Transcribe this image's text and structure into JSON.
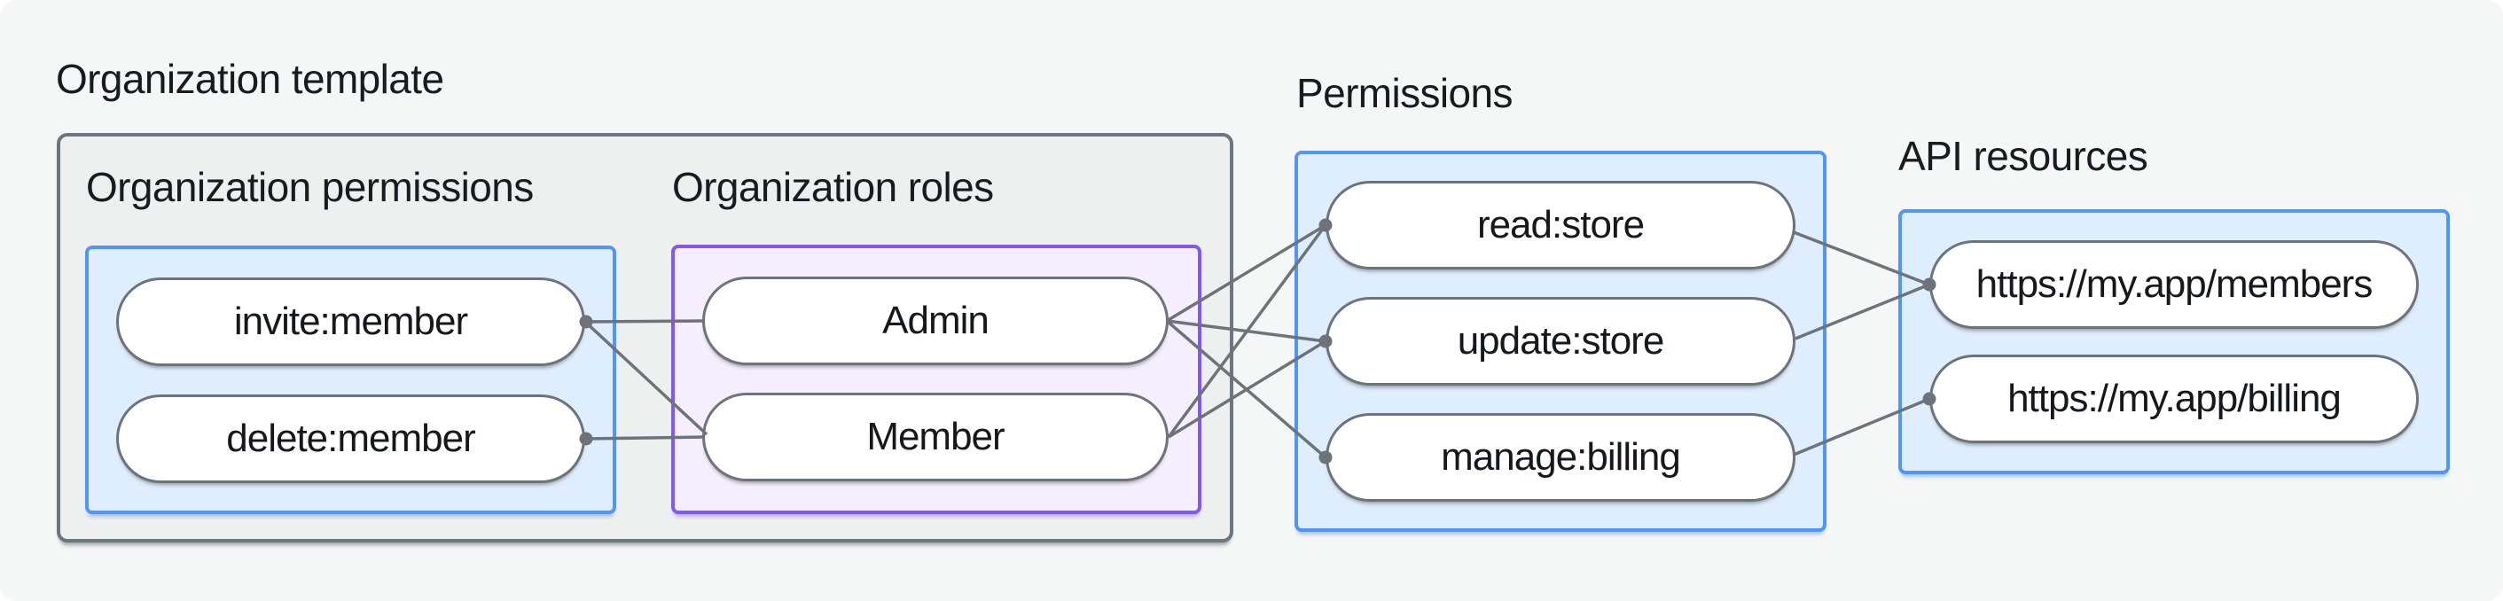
{
  "colors": {
    "page_bg": "#f5f7f7",
    "container_fill": "#eef0f0",
    "container_border": "#6f767b",
    "blue_fill": "#dfeefe",
    "blue_border": "#4f96f7",
    "purple_fill": "#f4eefe",
    "purple_border": "#8158f7",
    "node_fill": "#ffffff",
    "node_border": "#6d7379",
    "connector": "#6d7379",
    "text": "#181b1f"
  },
  "org_template": {
    "title": "Organization template",
    "org_permissions": {
      "label": "Organization permissions",
      "items": [
        "invite:member",
        "delete:member"
      ]
    },
    "org_roles": {
      "label": "Organization roles",
      "items": [
        "Admin",
        "Member"
      ]
    }
  },
  "permissions": {
    "label": "Permissions",
    "items": [
      "read:store",
      "update:store",
      "manage:billing"
    ]
  },
  "api_resources": {
    "label": "API resources",
    "items": [
      "https://my.app/members",
      "https://my.app/billing"
    ]
  },
  "connections": [
    {
      "from": "invite:member",
      "to": "Admin"
    },
    {
      "from": "invite:member",
      "to": "Member"
    },
    {
      "from": "delete:member",
      "to": "Member"
    },
    {
      "from": "Admin",
      "to": "read:store"
    },
    {
      "from": "Admin",
      "to": "update:store"
    },
    {
      "from": "Admin",
      "to": "manage:billing"
    },
    {
      "from": "Member",
      "to": "read:store"
    },
    {
      "from": "Member",
      "to": "update:store"
    },
    {
      "from": "read:store",
      "to": "https://my.app/members"
    },
    {
      "from": "update:store",
      "to": "https://my.app/members"
    },
    {
      "from": "manage:billing",
      "to": "https://my.app/billing"
    }
  ]
}
